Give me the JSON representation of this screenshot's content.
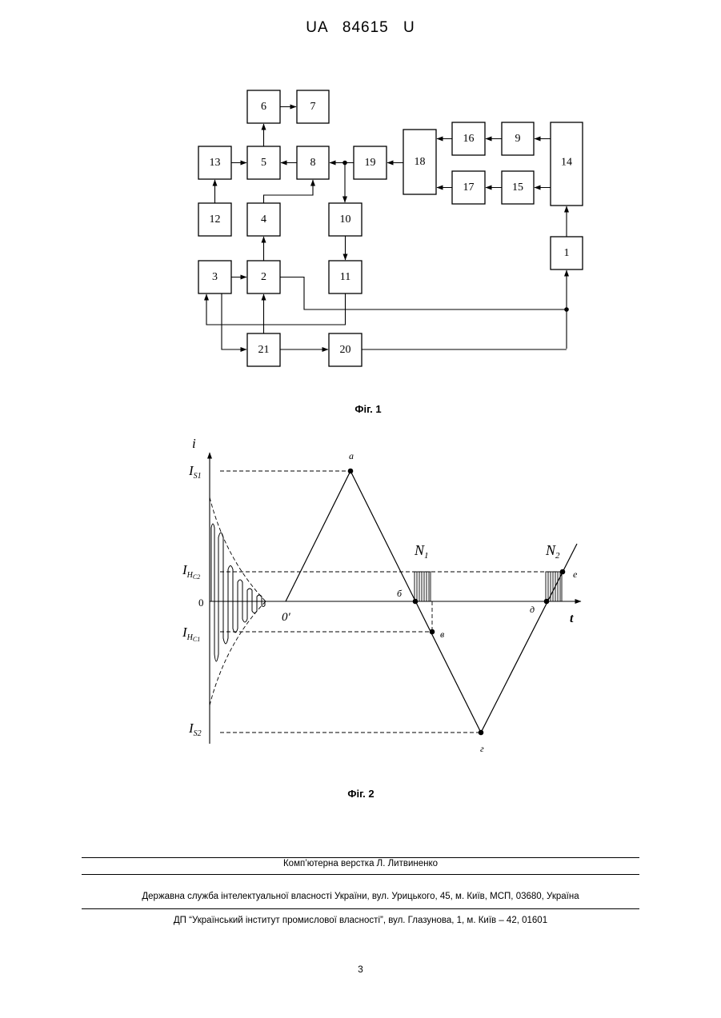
{
  "header": {
    "doc_id": "UA   84615   U"
  },
  "figure1": {
    "caption": "Фіг. 1",
    "blocks": [
      "6",
      "7",
      "13",
      "5",
      "8",
      "19",
      "18",
      "16",
      "9",
      "14",
      "17",
      "15",
      "12",
      "4",
      "10",
      "1",
      "3",
      "2",
      "11",
      "21",
      "20"
    ]
  },
  "figure2": {
    "caption": "Фіг. 2",
    "axis_y": "i",
    "axis_x": "t",
    "label_is1": "I",
    "label_is1_sub": "S1",
    "label_ihc2": "I",
    "label_ihc2_sub1": "H",
    "label_ihc2_sub2": "C2",
    "label_zero": "0",
    "label_ihc1": "I",
    "label_ihc1_sub1": "H",
    "label_ihc1_sub2": "C1",
    "label_is2": "I",
    "label_is2_sub": "S2",
    "label_origin2": "0′",
    "pt_a": "a",
    "pt_b": "б",
    "pt_v": "в",
    "pt_g": "г",
    "pt_d": "д",
    "pt_e": "e",
    "label_n1": "N",
    "label_n1_sub": "1",
    "label_n2": "N",
    "label_n2_sub": "2"
  },
  "footer": {
    "layout": "Комп’ютерна верстка Л. Литвиненко",
    "service": "Державна служба інтелектуальної власності України, вул. Урицького, 45, м. Київ, МСП, 03680, Україна",
    "institute": "ДП “Український інститут промислової власності”, вул. Глазунова, 1, м. Київ – 42, 01601",
    "page_number": "3"
  }
}
